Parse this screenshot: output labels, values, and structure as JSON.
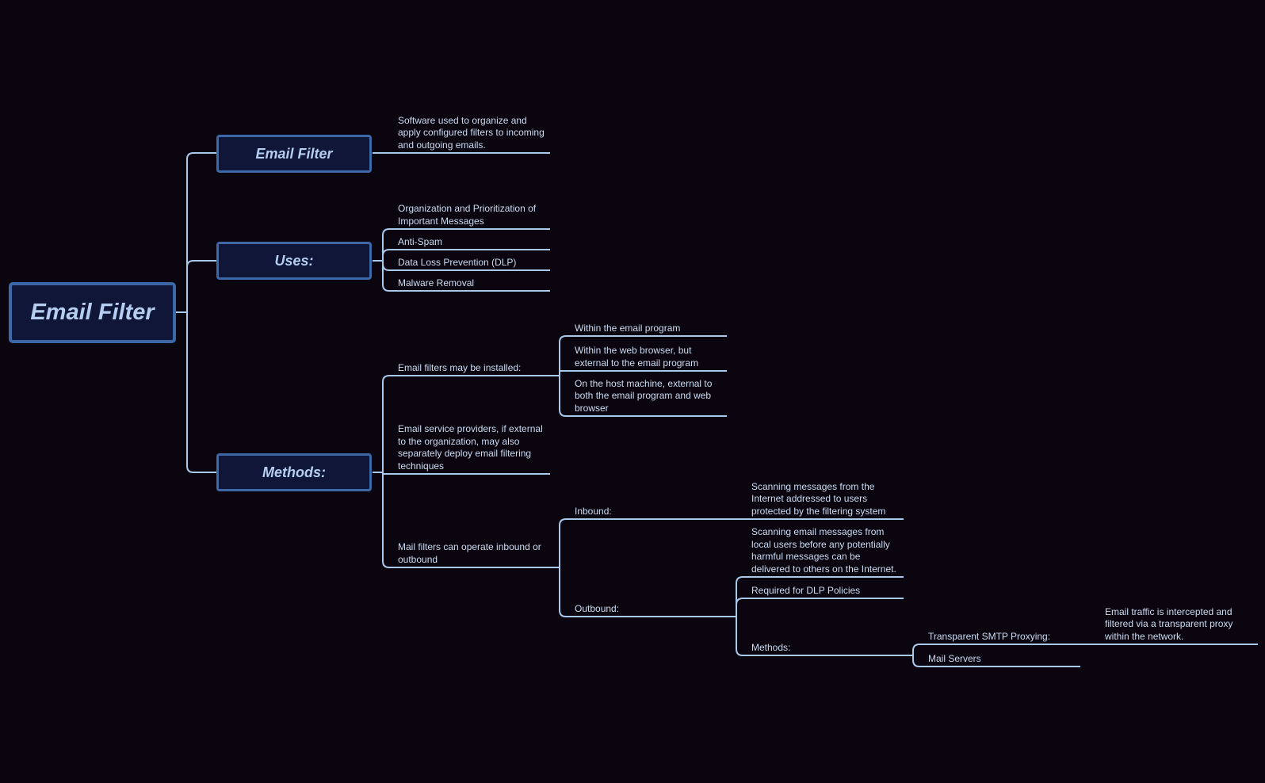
{
  "root": {
    "label": "Email Filter"
  },
  "branches": {
    "definition": {
      "title": "Email Filter",
      "text": "Software used to organize and apply configured filters to incoming and outgoing emails."
    },
    "uses": {
      "title": "Uses:",
      "items": [
        "Organization and Prioritization of Important Messages",
        "Anti-Spam",
        "Data Loss Prevention (DLP)",
        "Malware Removal"
      ]
    },
    "methods": {
      "title": "Methods:",
      "installed": {
        "label": "Email filters may be installed:",
        "items": [
          "Within the email program",
          "Within the web browser, but external to the email program",
          "On the host machine, external to both the email program and web browser"
        ]
      },
      "providers": "Email service providers, if external to the organization, may also separately deploy email filtering techniques",
      "direction": {
        "label": "Mail filters can operate inbound or outbound",
        "inbound": {
          "label": "Inbound:",
          "desc": "Scanning messages from the Internet addressed to users protected by the filtering system"
        },
        "outbound": {
          "label": "Outbound:",
          "desc": "Scanning email messages from local users before any potentially harmful messages can be delivered to others on the Internet.",
          "dlp": "Required for DLP Policies",
          "methods": {
            "label": "Methods:",
            "smtp": {
              "label": "Transparent SMTP Proxying:",
              "desc": "Email traffic is intercepted and filtered via a transparent proxy within the network."
            },
            "servers": "Mail Servers"
          }
        }
      }
    }
  }
}
